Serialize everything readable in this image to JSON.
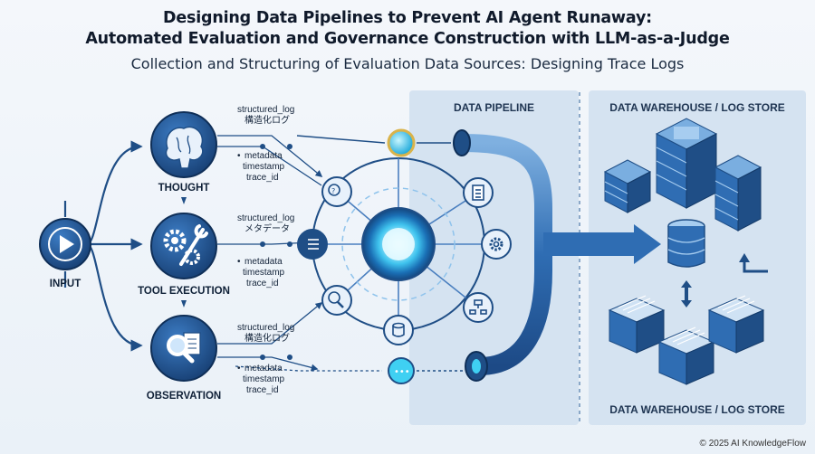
{
  "title_line1": "Designing Data Pipelines to Prevent AI Agent  Runaway:",
  "title_line2": "Automated Evaluation and Governance Construction with LLM-as-a-Judge",
  "subtitle": "Collection and Structuring of Evaluation Data Sources: Designing Trace Logs",
  "panels": {
    "pipeline": "DATA PIPELINE",
    "warehouse_top": "DATA WAREHOUSE / LOG STORE",
    "warehouse_bottom": "DATA WAREHOUSE / LOG STORE"
  },
  "nodes": {
    "input": "INPUT",
    "thought": "THOUGHT",
    "tool_execution": "TOOL EXECUTION",
    "observation": "OBSERVATION"
  },
  "logs": [
    {
      "title": "structured_log",
      "subtitle": "構造化ログ",
      "fields": [
        "metadata",
        "timestamp",
        "trace_id"
      ]
    },
    {
      "title": "structured_log",
      "subtitle": "メタデータ",
      "fields": [
        "metadata",
        "timestamp",
        "trace_id"
      ]
    },
    {
      "title": "structured_log",
      "subtitle": "構造化ログ",
      "fields": [
        "metadata",
        "timestamp",
        "trace_id"
      ]
    }
  ],
  "icons": {
    "input": "play-icon",
    "thought": "brain-icon",
    "tool": "gears-wrench-icon",
    "observation": "magnifier-document-icon",
    "hub": "glowing-hub-icon",
    "warehouse": "server-database-icon"
  },
  "colors": {
    "navy": "#1f4e86",
    "blue": "#2f6db3",
    "light_blue": "#8fc3ec",
    "cyan_glow": "#3fd0f2",
    "gold": "#d9b34a",
    "panel": "#d5e3f1"
  },
  "copyright": "© 2025 AI KnowledgeFlow"
}
